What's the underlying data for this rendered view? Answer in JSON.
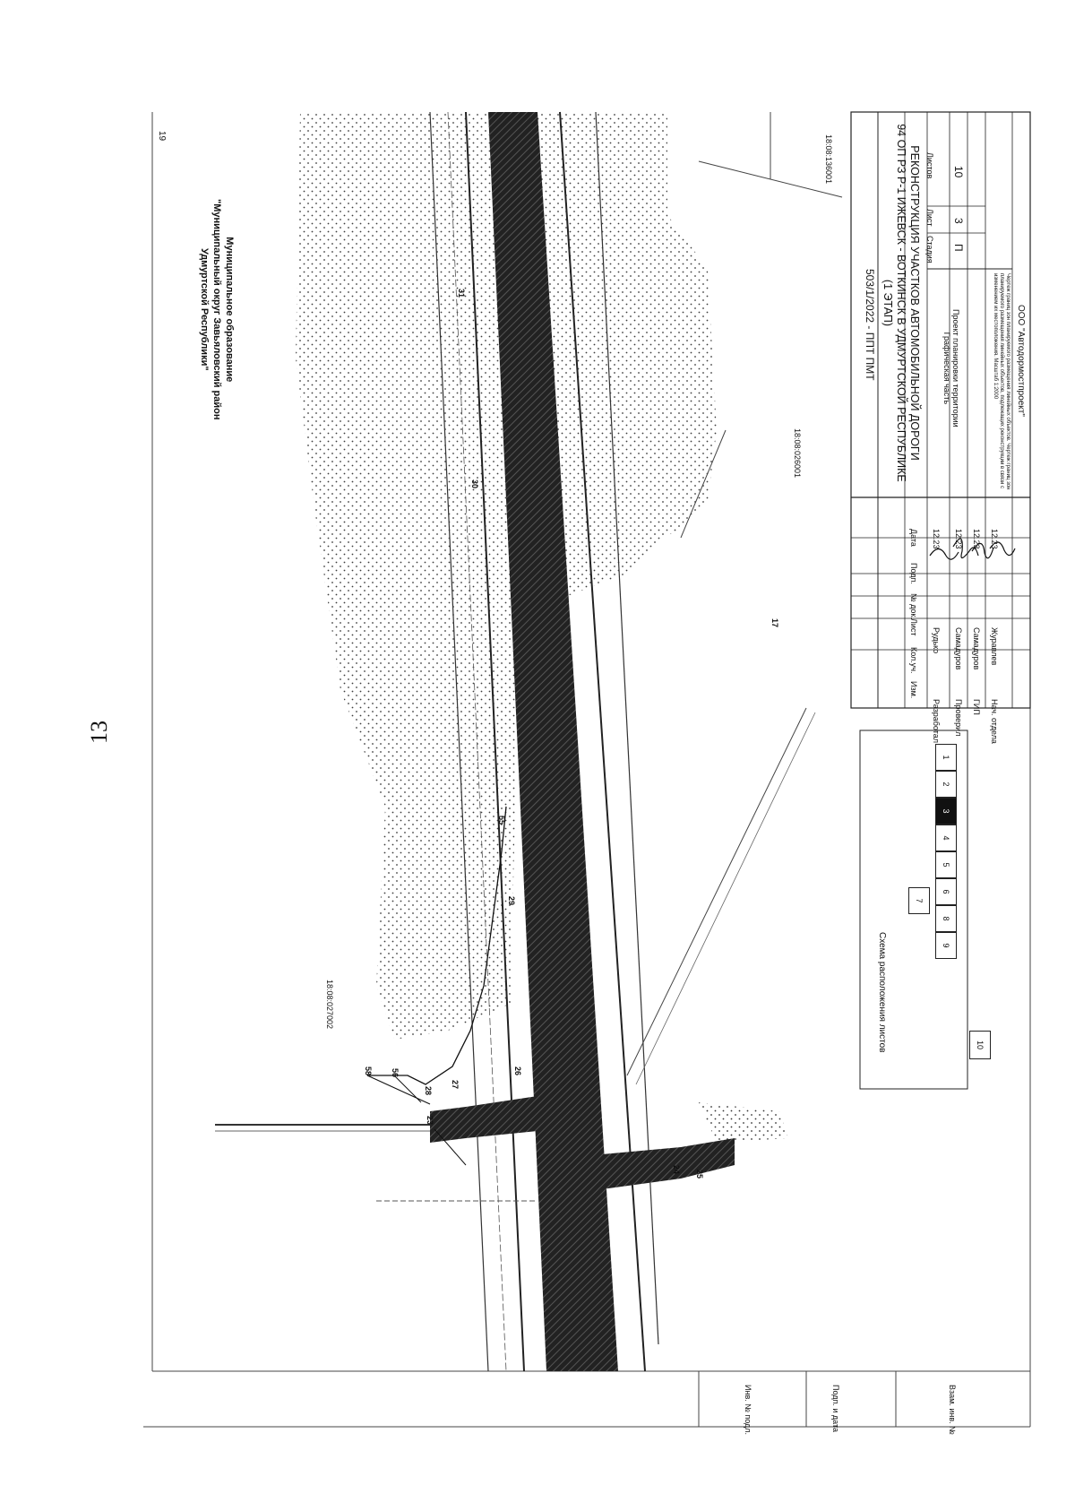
{
  "page": {
    "number": "13",
    "sheet_corner_number": "19"
  },
  "municipality": {
    "line1": "Муниципальное образование",
    "line2": "\"Муниципальный округ Завьяловский район",
    "line3": "Удмуртской Республики\""
  },
  "cadastral_labels": [
    "18:08:027002",
    "18:08:026001",
    "18:08:136001"
  ],
  "point_labels": [
    "58",
    "56",
    "28",
    "27",
    "26",
    "23",
    "25",
    "24",
    "29",
    "30",
    "31",
    "55",
    "17"
  ],
  "scheme": {
    "title": "Схема расположения листов",
    "sheets": [
      "1",
      "2",
      "3",
      "4",
      "5",
      "6",
      "7",
      "8",
      "9",
      "10"
    ],
    "current_sheet": "3"
  },
  "stamp": {
    "code": "503/1/2022 - ППТ ПМТ",
    "object_title": "РЕКОНСТРУКЦИЯ УЧАСТКОВ АВТОМОБИЛЬНОЙ ДОРОГИ",
    "object_title_2": "94 ОП РЗ Р-1 ИЖЕВСК - ВОТКИНСК В УДМУРТСКОЙ РЕСПУБЛИКЕ",
    "object_title_3": "(1 ЭТАП)",
    "doc_title": "Проект планировки территории",
    "doc_subtitle": "Графическая часть",
    "stage_label": "Стадия",
    "sheet_label": "Лист",
    "sheets_label": "Листов",
    "stage": "П",
    "sheet": "3",
    "sheets": "10",
    "drawing_desc": "Чертеж границ зон планируемого размещения линейных объектов. Чертеж границ зон планируемого размещения линейных объектов, подлежащих реконструкции в связи с изменением их местоположения. Масштаб 1:2000",
    "company": "ООО \"Автодормостпроект\"",
    "header_cols": [
      "Изм.",
      "Кол.уч.",
      "Лист",
      "№ док.",
      "Подп.",
      "Дата"
    ],
    "rows": [
      {
        "role": "Разработал",
        "name": "Рудько",
        "date": "12.23"
      },
      {
        "role": "Проверил",
        "name": "Самадуров",
        "date": "12.23"
      },
      {
        "role": "ГИП",
        "name": "Самадуров",
        "date": "12.23"
      },
      {
        "role": "Нач. отдела",
        "name": "Журавлев",
        "date": "12.23"
      }
    ]
  },
  "side_labels": [
    "Взам. инв. №",
    "Подп. и дата",
    "Инв. № подл."
  ]
}
